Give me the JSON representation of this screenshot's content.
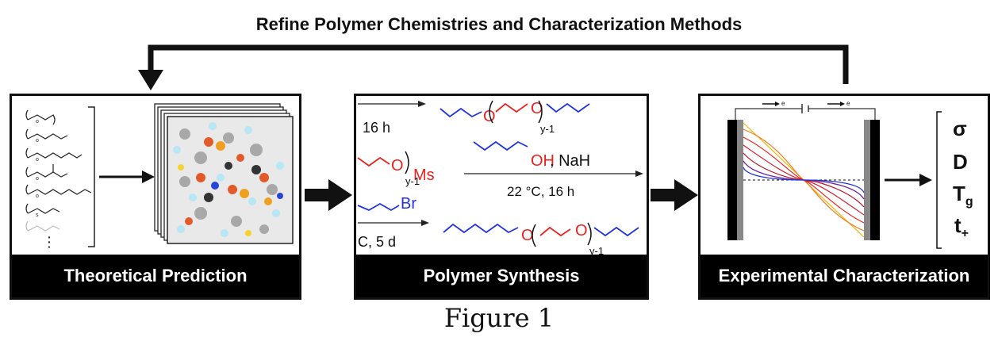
{
  "feedback_label": "Refine Polymer Chemistries and Characterization Methods",
  "panels": {
    "theory": {
      "label": "Theoretical Prediction"
    },
    "synthesis": {
      "label": "Polymer Synthesis",
      "conditions_top": "16 h",
      "reagent": "OH",
      "base": ", NaH",
      "conditions_mid": "22 °C, 16 h",
      "leaving_group": "Ms",
      "bromide": "Br",
      "conditions_bottom": "C, 5 d",
      "subscript_top": "y-1",
      "subscript_mid": "y-1",
      "subscript_bottom": "y-1",
      "oxygen_label": "O"
    },
    "experiment": {
      "label": "Experimental Characterization",
      "electron_label": "e",
      "properties": [
        "σ",
        "D",
        "T",
        "t"
      ],
      "property_subscripts": [
        "",
        "",
        "g",
        "+"
      ]
    }
  },
  "caption": "Figure 1",
  "colors": {
    "frame": "#111111",
    "label_bar": "#000000",
    "red_chain": "#e8231f",
    "blue_chain": "#2233dd",
    "profile_gradient": [
      "#f2b400",
      "#f07a1a",
      "#e8231f",
      "#b81028",
      "#6a1fa0",
      "#2233dd"
    ]
  },
  "icons": [
    "feedback-arrow-icon",
    "flow-arrow-icon",
    "molecular-snapshot-icon",
    "electrode-cell-icon"
  ]
}
